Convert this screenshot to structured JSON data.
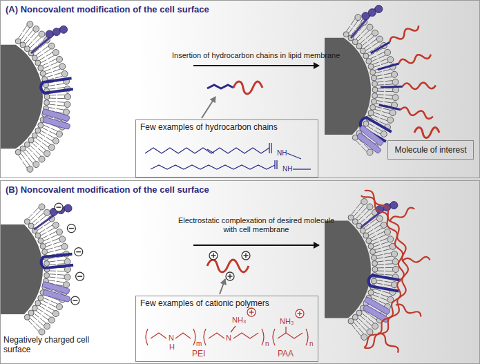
{
  "diagram": {
    "nodes": [
      {
        "text": [
          "(A) Noncovalent modification of the cell surface"
        ]
      },
      {
        "text": [
          "Few examples of hydrocarbon chains"
        ],
        "in": 0
      },
      {
        "text": [
          "Molecule of interest"
        ],
        "in": 0
      },
      {
        "text": [
          "(B) Noncovalent modification of the cell surface"
        ]
      },
      {
        "text": [
          "Few examples of cationic polymers"
        ],
        "in": 3
      }
    ],
    "labels": [
      "Insertion of hydrocarbon chains in lipid membrane",
      "NH",
      "NH",
      "Electrostatic complexation of desired molecule with cell membrane",
      "Negatively charged cell surface",
      "N",
      "H",
      "m",
      "NH₃",
      "N",
      "n",
      "PEI",
      "NH₃",
      "n",
      "PAA"
    ]
  }
}
